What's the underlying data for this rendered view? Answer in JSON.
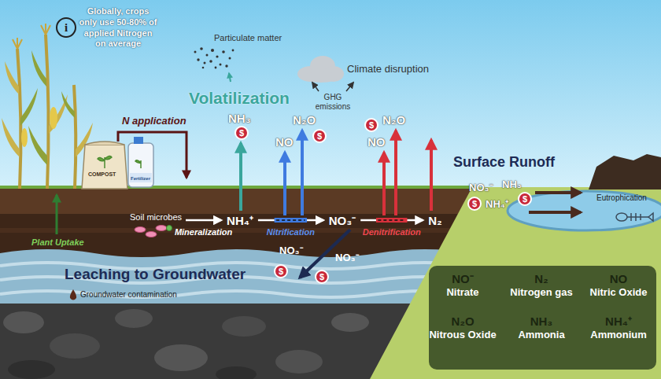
{
  "diagram": {
    "nodes": [
      {
        "text": [
          "Soil microbes"
        ]
      },
      {
        "text": [
          "NH₄⁺"
        ]
      },
      {
        "text": [
          "NO₃⁻"
        ]
      },
      {
        "text": [
          "N₂"
        ]
      },
      {
        "text": [
          "NO⁻",
          "Nitrate"
        ]
      },
      {
        "text": [
          "N₂",
          "Nitrogen gas"
        ]
      },
      {
        "text": [
          "NO",
          "Nitric Oxide"
        ]
      },
      {
        "text": [
          "N₂O",
          "Nitrous Oxide"
        ]
      },
      {
        "text": [
          "NH₃",
          "Ammonia"
        ]
      },
      {
        "text": [
          "NH₄⁺",
          "Ammonium"
        ]
      }
    ],
    "edges": [
      {
        "from": 0,
        "to": 1,
        "arrow": "to",
        "label": "Mineralization"
      },
      {
        "from": 1,
        "to": 2,
        "arrow": "to",
        "label": "Nitrification"
      },
      {
        "from": 2,
        "to": 3,
        "arrow": "to",
        "label": "Denitrification"
      }
    ],
    "labels": [
      "i",
      "Globally, crops only use 50-80% of applied Nitrogen on average",
      "Particulate matter",
      "Climate disruption",
      "GHG emissions",
      "Volatilization",
      "N application",
      "COMPOST",
      "Fertilizer",
      "NH₃",
      "$",
      "N₂O",
      "NO",
      "$",
      "$",
      "N₂O",
      "NO",
      "Surface Runoff",
      "NO₃⁻",
      "NH₃",
      "$",
      "NH₄⁺",
      "$",
      "Eutrophication",
      "Plant Uptake",
      "Leaching to Groundwater",
      "NO₃⁻",
      "$",
      "NO₃⁻",
      "$",
      "Groundwater contamination"
    ]
  }
}
